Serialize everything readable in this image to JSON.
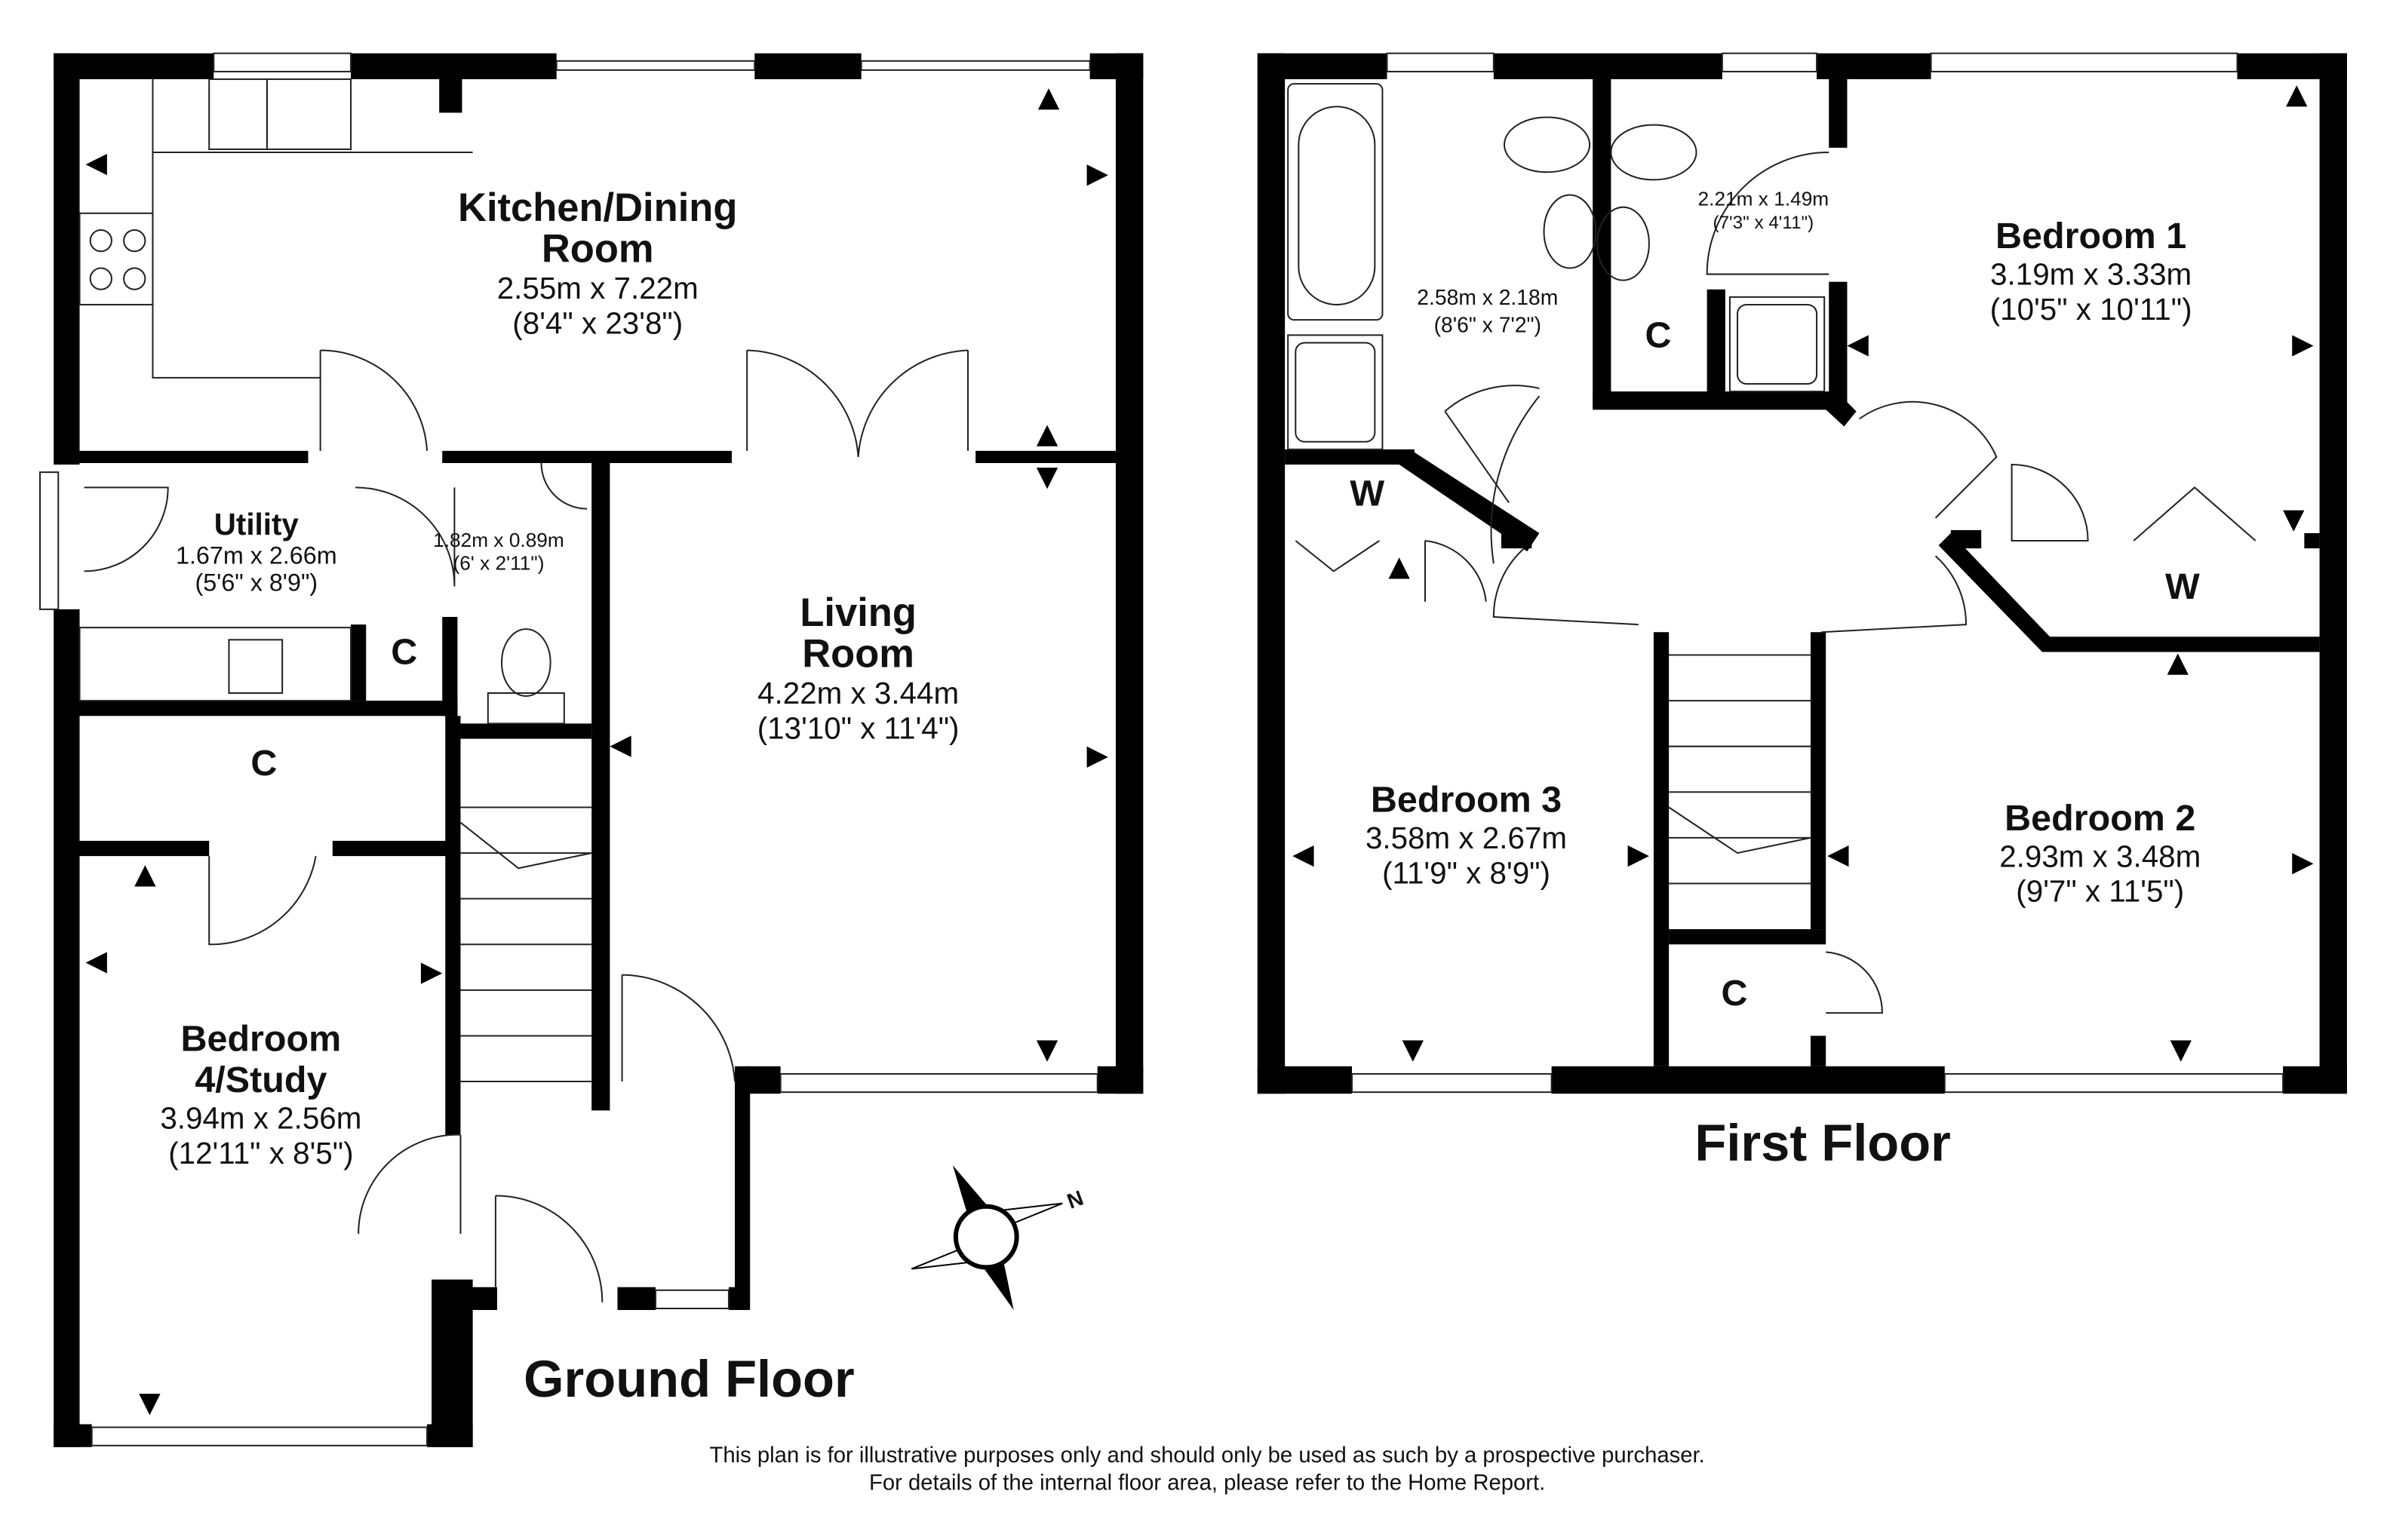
{
  "ground_floor": {
    "title": "Ground Floor",
    "rooms": {
      "kitchen": {
        "name1": "Kitchen/Dining",
        "name2": "Room",
        "metric": "2.55m x 7.22m",
        "imperial": "(8'4\" x 23'8\")"
      },
      "utility": {
        "name": "Utility",
        "metric": "1.67m x 2.66m",
        "imperial": "(5'6\" x 8'9\")"
      },
      "wc": {
        "metric": "1.82m x 0.89m",
        "imperial": "(6' x 2'11\")"
      },
      "living": {
        "name1": "Living",
        "name2": "Room",
        "metric": "4.22m x 3.44m",
        "imperial": "(13'10\" x 11'4\")"
      },
      "bedroom4": {
        "name1": "Bedroom",
        "name2": "4/Study",
        "metric": "3.94m x 2.56m",
        "imperial": "(12'11\" x 8'5\")"
      },
      "cupboard_utility": "C",
      "cupboard_hall": "C"
    }
  },
  "first_floor": {
    "title": "First Floor",
    "rooms": {
      "bathroom": {
        "metric": "2.58m x 2.18m",
        "imperial": "(8'6\" x 7'2\")"
      },
      "ensuite": {
        "metric": "2.21m x 1.49m",
        "imperial": "(7'3\" x 4'11\")"
      },
      "bedroom1": {
        "name": "Bedroom 1",
        "metric": "3.19m x 3.33m",
        "imperial": "(10'5\" x 10'11\")"
      },
      "bedroom2": {
        "name": "Bedroom 2",
        "metric": "2.93m x 3.48m",
        "imperial": "(9'7\" x 11'5\")"
      },
      "bedroom3": {
        "name": "Bedroom 3",
        "metric": "3.58m x 2.67m",
        "imperial": "(11'9\" x 8'9\")"
      },
      "cupboard_landing": "C",
      "cupboard_stairs": "C",
      "wardrobe_bed3": "W",
      "wardrobe_bed1": "W"
    }
  },
  "compass": {
    "label": "N"
  },
  "disclaimer": {
    "line1": "This plan is for illustrative purposes only and should only be used as such by a prospective purchaser.",
    "line2": "For details of the internal floor area, please refer to the Home Report."
  }
}
